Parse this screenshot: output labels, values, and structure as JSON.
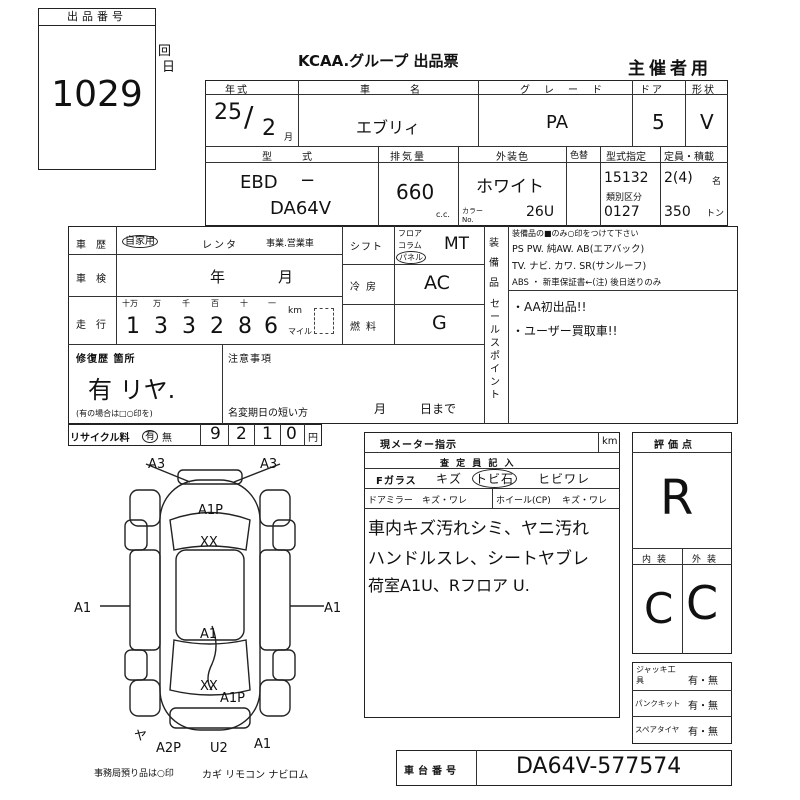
{
  "lot": {
    "label": "出品番号",
    "number": "1029"
  },
  "header": {
    "title": "KCAA.グループ 出品票",
    "organizer": "主催者用",
    "date_fragment": [
      "回",
      "日"
    ]
  },
  "vehicle": {
    "labels": {
      "year": "年式",
      "name": "車名",
      "grade": "グレード",
      "doors": "ドア",
      "shape": "形状",
      "model": "型式",
      "displacement": "排気量",
      "color": "外装色",
      "color_change": "色替",
      "type_cert": "型式指定",
      "class": "類別区分",
      "capacity": "定員・積載"
    },
    "year": "25",
    "year_sep": "/",
    "month": "2",
    "month_unit": "月",
    "name": "エブリィ",
    "grade": "PA",
    "doors": "5",
    "shape": "V",
    "model_prefix": "EBD",
    "model_dash": "−",
    "model": "DA64V",
    "displacement": "660",
    "cc_unit": "c.c.",
    "color": "ホワイト",
    "color_code_label": "カラー No.",
    "color_code": "26U",
    "type_cert_no": "15132",
    "class_no": "0127",
    "seats": "2(4)",
    "seats_unit": "名",
    "load": "350",
    "load_unit": "トン"
  },
  "history": {
    "label": "車歴",
    "private": "自家用",
    "rental": "レンタ",
    "business": "事業.営業車",
    "inspection_label": "車検",
    "inspection_year": "年",
    "inspection_month": "月",
    "mileage_label": "走行",
    "mileage_units": [
      "十万",
      "万",
      "千",
      "百",
      "十",
      "一"
    ],
    "mileage_digits": [
      "1",
      "3",
      "3",
      "2",
      "8",
      "6"
    ],
    "km": "km",
    "mile": "マイル"
  },
  "specs": {
    "shift_label": "シフト",
    "shift_options": [
      "フロア",
      "コラム",
      "パネル"
    ],
    "shift": "MT",
    "ac_label": "冷房",
    "ac": "AC",
    "fuel_label": "燃料",
    "fuel": "G"
  },
  "equipment": {
    "label": "装備品",
    "note": "装備品の■のみ○印をつけて下さい",
    "row1": "PS  PW. 純AW. AB(エアバック)",
    "row2": "TV. ナビ. カワ. SR(サンルーフ)",
    "row3": "ABS ・ 新車保証書←(注) 後日送りのみ"
  },
  "sales_points": {
    "label": "セールスポイント",
    "items": [
      "・AA初出品!!",
      "・ユーザー買取車!!"
    ]
  },
  "repair": {
    "label": "修復歴 箇所",
    "note": "(有の場合は□○印を)",
    "value": "有 リヤ."
  },
  "remarks": {
    "label": "注意事項",
    "short_label": "名変期日の短い方",
    "month": "月",
    "day": "日まで"
  },
  "recycle": {
    "label": "リサイクル料",
    "has": "有",
    "none": "無",
    "digits": [
      "9",
      "2",
      "1",
      "0"
    ],
    "yen": "円"
  },
  "meter": {
    "label": "現メーター指示",
    "km": "km"
  },
  "inspector_notes": {
    "header": "査 定 員 記 入",
    "glass_label": "Fガラス",
    "glass_values": [
      "キズ",
      "トビ石",
      "ヒビワレ"
    ],
    "mirror_label": "ドアミラー",
    "mirror_value": "キズ・ワレ",
    "wheel_label": "ホイール(CP)",
    "wheel_value": "キズ・ワレ",
    "handwritten": [
      "車内キズ汚れシミ、ヤニ汚れ",
      "ハンドルスレ、シートヤブレ",
      "荷室A1U、Rフロア U."
    ]
  },
  "grade_box": {
    "label": "評価点",
    "score": "R",
    "interior_label": "内装",
    "exterior_label": "外装",
    "interior": "C",
    "exterior": "C"
  },
  "accessories": {
    "rows": [
      {
        "label": "ジャッキ工具",
        "value": "有・無"
      },
      {
        "label": "パンクキット",
        "value": "有・無"
      },
      {
        "label": "スペアタイヤ",
        "value": "有・無"
      }
    ]
  },
  "chassis": {
    "label": "車台番号",
    "value": "DA64V-577574"
  },
  "diagram": {
    "marks": [
      "A3",
      "A3",
      "A1P",
      "XX",
      "A1",
      "A1",
      "A1",
      "XX",
      "A1P",
      "ヤ",
      "A2P",
      "U2",
      "A1"
    ]
  },
  "footer": {
    "text": "事務局預り品は○印",
    "items": "カギ リモコン ナビロム"
  }
}
